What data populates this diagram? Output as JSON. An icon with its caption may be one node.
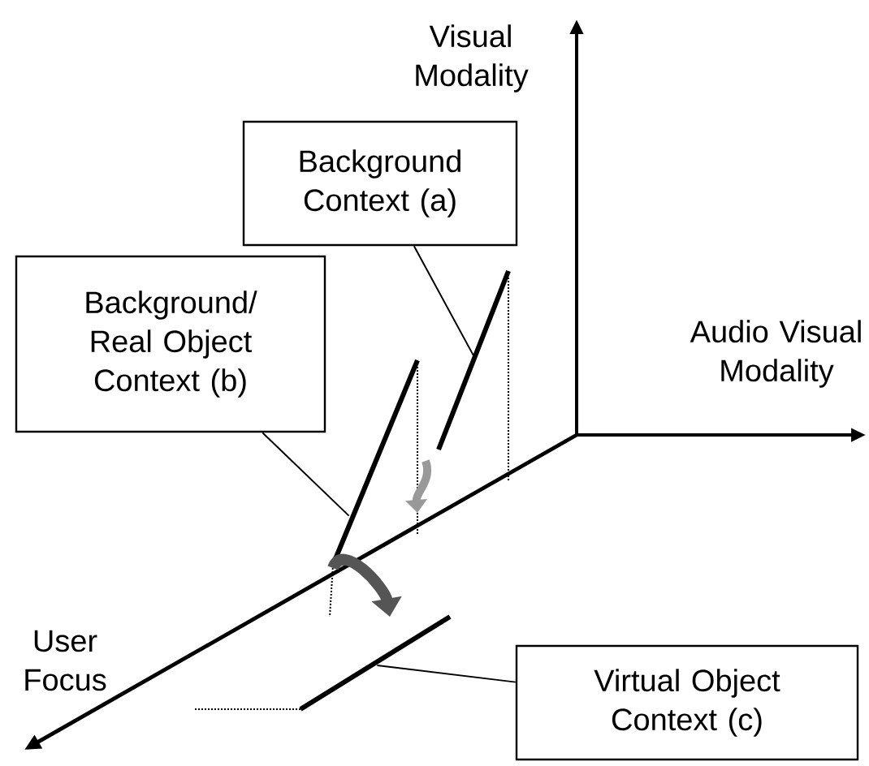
{
  "diagram": {
    "nodes": [
      {
        "text": [
          "Background Context (a)"
        ]
      },
      {
        "text": [
          "Background/ Real Object Context (b)"
        ]
      },
      {
        "text": [
          "Virtual Object Context (c)"
        ]
      },
      {
        "text": [],
        "shape": "line"
      },
      {
        "text": [],
        "shape": "line"
      },
      {
        "text": [],
        "shape": "line"
      }
    ],
    "edges": [
      {
        "from": 0,
        "to": 3,
        "arrow": "none"
      },
      {
        "from": 1,
        "to": 4,
        "arrow": "none"
      },
      {
        "from": 2,
        "to": 5,
        "arrow": "none"
      },
      {
        "from": 3,
        "to": 4,
        "arrow": "to",
        "style": "thick",
        "color": "#999999"
      },
      {
        "from": 4,
        "to": 5,
        "arrow": "to",
        "style": "thick",
        "color": "#555555"
      }
    ],
    "labels": [
      "Visual Modality",
      "Audio Visual Modality",
      "User Focus"
    ]
  }
}
